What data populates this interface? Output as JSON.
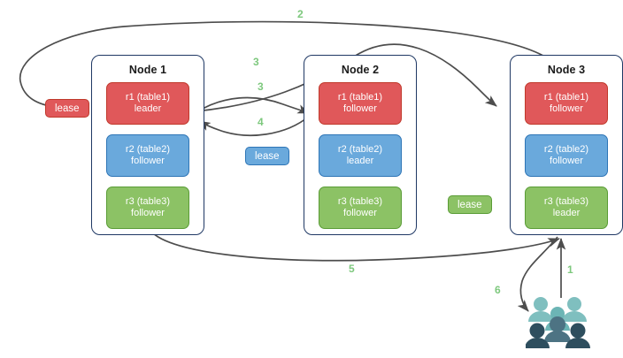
{
  "diagram": {
    "title": "Distributed database leaseholder / raft leader request flow",
    "colors": {
      "red": "#e0585a",
      "red_border": "#c0392b",
      "blue": "#6aa9dc",
      "blue_border": "#2e75b6",
      "green": "#8cc265",
      "green_border": "#5a9c36",
      "node_border": "#1f3864",
      "arrow": "#4d4d4d",
      "step_label": "#7dc87d",
      "people_light": "#7fbfbf",
      "people_dark": "#2e4e5e"
    },
    "nodes": [
      {
        "title": "Node 1",
        "replicas": [
          {
            "name": "r1 (table1)",
            "role": "leader",
            "color": "red"
          },
          {
            "name": "r2 (table2)",
            "role": "follower",
            "color": "blue"
          },
          {
            "name": "r3 (table3)",
            "role": "follower",
            "color": "green"
          }
        ]
      },
      {
        "title": "Node 2",
        "replicas": [
          {
            "name": "r1 (table1)",
            "role": "follower",
            "color": "red"
          },
          {
            "name": "r2 (table2)",
            "role": "leader",
            "color": "blue"
          },
          {
            "name": "r3 (table3)",
            "role": "follower",
            "color": "green"
          }
        ]
      },
      {
        "title": "Node 3",
        "replicas": [
          {
            "name": "r1 (table1)",
            "role": "follower",
            "color": "red"
          },
          {
            "name": "r2 (table2)",
            "role": "follower",
            "color": "blue"
          },
          {
            "name": "r3 (table3)",
            "role": "leader",
            "color": "green"
          }
        ]
      }
    ],
    "leases": [
      {
        "label": "lease",
        "color": "red"
      },
      {
        "label": "lease",
        "color": "blue"
      },
      {
        "label": "lease",
        "color": "green"
      }
    ],
    "steps": [
      {
        "label": "1"
      },
      {
        "label": "2"
      },
      {
        "label": "3"
      },
      {
        "label": "3"
      },
      {
        "label": "4"
      },
      {
        "label": "5"
      },
      {
        "label": "6"
      }
    ],
    "actor": {
      "name": "people-group",
      "figures": 5
    }
  }
}
